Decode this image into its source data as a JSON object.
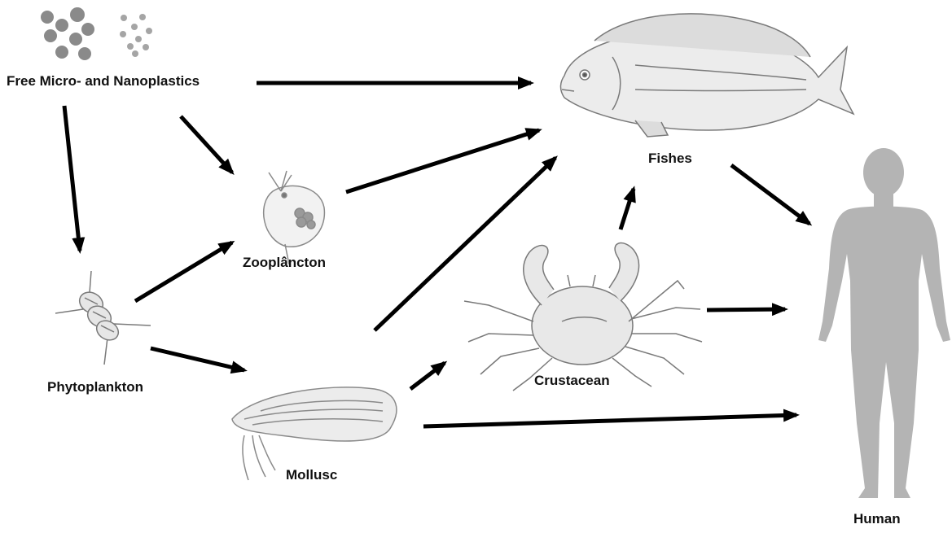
{
  "labels": {
    "source": "Free Micro- and Nanoplastics",
    "phytoplankton": "Phytoplankton",
    "zooplankton": "Zooplâncton",
    "mollusc": "Mollusc",
    "crustacean": "Crustacean",
    "fishes": "Fishes",
    "human": "Human"
  },
  "colors": {
    "arrow": "#000000",
    "microplastic": "#8a8a8a",
    "nanoplastic": "#a5a5a5",
    "human_silhouette": "#b4b4b4",
    "sketch_line": "#7a7a7a",
    "sketch_fill": "#e6e6e6"
  },
  "edges": [
    {
      "from": "source",
      "to": "fishes"
    },
    {
      "from": "source",
      "to": "zooplankton"
    },
    {
      "from": "source",
      "to": "phytoplankton"
    },
    {
      "from": "phytoplankton",
      "to": "zooplankton"
    },
    {
      "from": "phytoplankton",
      "to": "mollusc"
    },
    {
      "from": "zooplankton",
      "to": "fishes"
    },
    {
      "from": "mollusc",
      "to": "fishes"
    },
    {
      "from": "mollusc",
      "to": "crustacean"
    },
    {
      "from": "mollusc",
      "to": "human"
    },
    {
      "from": "crustacean",
      "to": "fishes"
    },
    {
      "from": "crustacean",
      "to": "human"
    },
    {
      "from": "fishes",
      "to": "human"
    }
  ]
}
